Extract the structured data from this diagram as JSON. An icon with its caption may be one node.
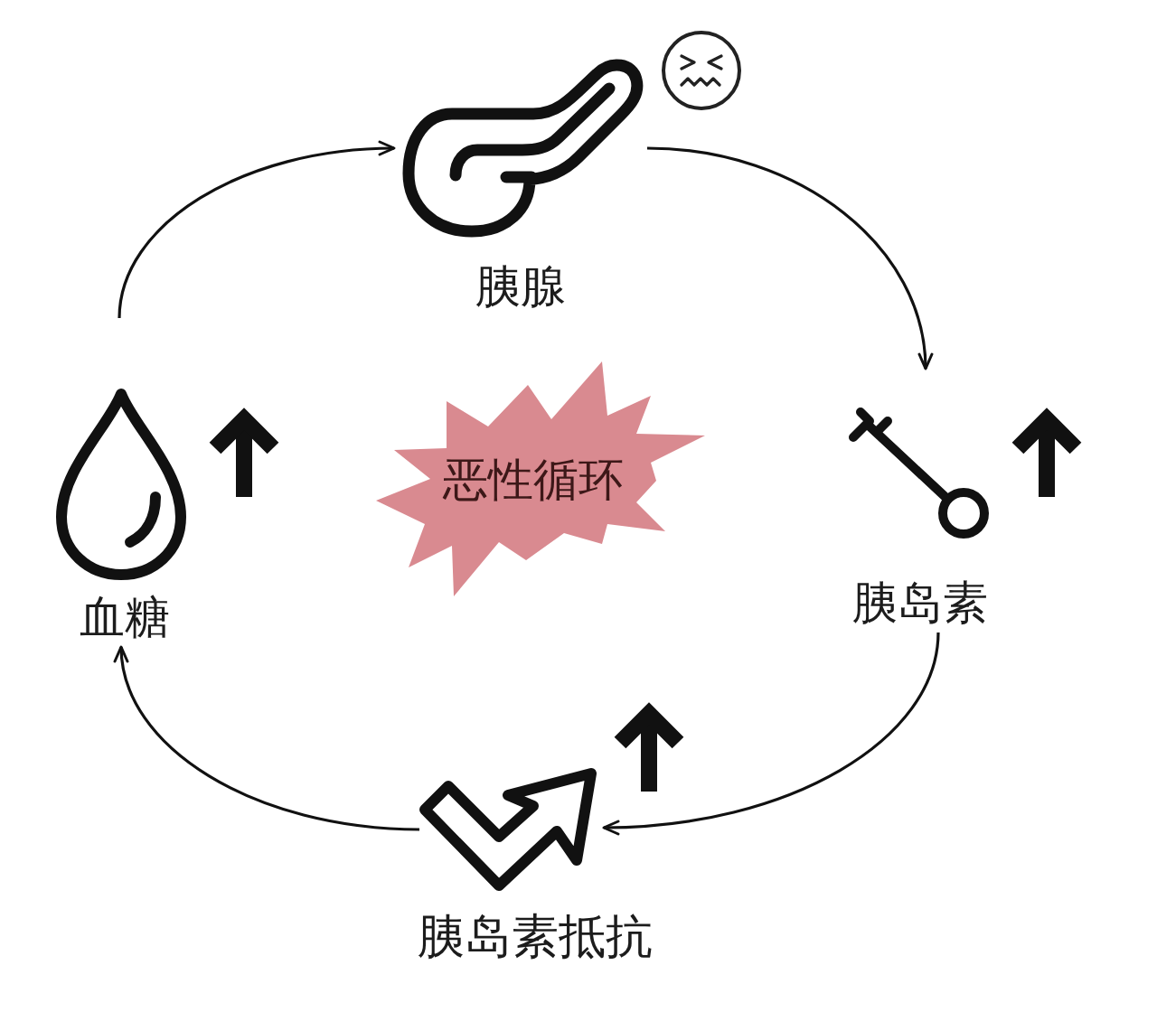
{
  "diagram": {
    "nodes": [
      {
        "text": [
          "胰腺"
        ]
      },
      {
        "text": [
          "血糖"
        ]
      },
      {
        "text": [
          "恶性循环"
        ]
      },
      {
        "text": [
          "胰岛素"
        ]
      },
      {
        "text": [
          "胰岛素抵抗"
        ]
      }
    ],
    "edges": [
      {
        "from": 1,
        "to": 0,
        "arrow": "to"
      },
      {
        "from": 0,
        "to": 3,
        "arrow": "to"
      },
      {
        "from": 3,
        "to": 4,
        "arrow": "to"
      },
      {
        "from": 4,
        "to": 1,
        "arrow": "to"
      }
    ]
  }
}
